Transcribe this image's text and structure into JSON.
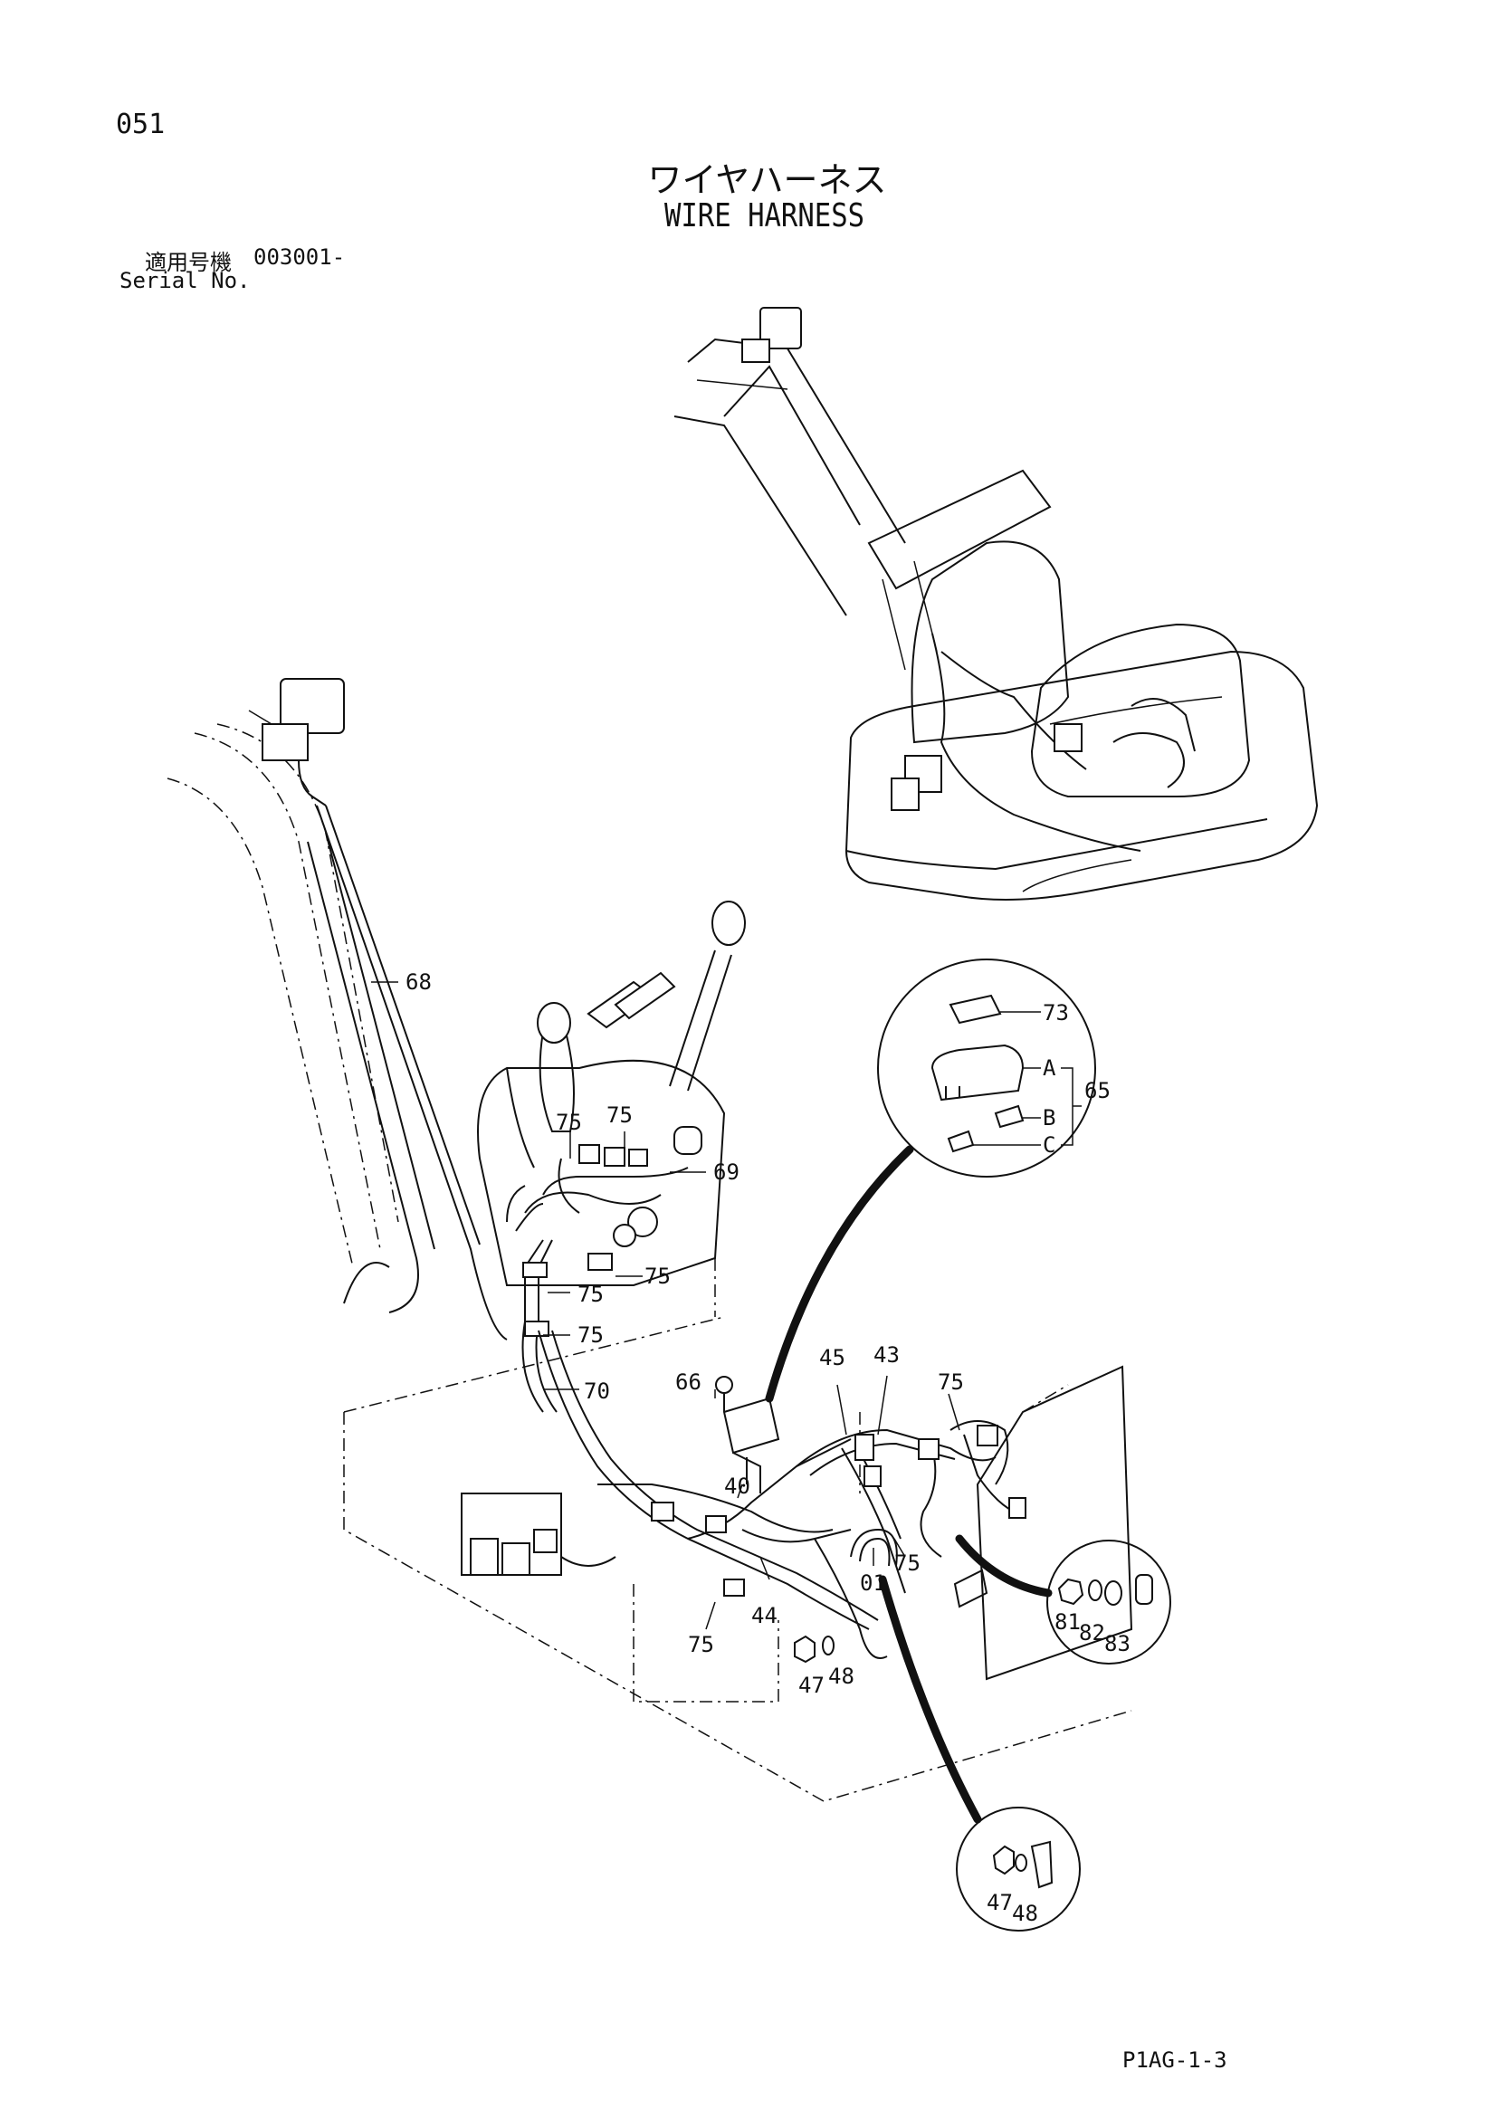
{
  "header": {
    "page_number": "051",
    "title_jp": "ワイヤハーネス",
    "title_en": "WIRE HARNESS",
    "serial_label_jp": "適用号機",
    "serial_value": "003001-",
    "serial_label_en": "Serial No."
  },
  "callouts": {
    "c68": "68",
    "c69": "69",
    "c70": "70",
    "c75a": "75",
    "c75b": "75",
    "c75c": "75",
    "c75d": "75",
    "c75e": "75",
    "c75f": "75",
    "c75g": "75",
    "c75h": "75",
    "c66": "66",
    "c40": "40",
    "c45": "45",
    "c43": "43",
    "c44": "44",
    "c01": "01",
    "c47": "47",
    "c48": "48",
    "c73": "73",
    "c65": "65",
    "cA": "A",
    "cB": "B",
    "cC": "C",
    "c81": "81",
    "c82": "82",
    "c83": "83",
    "c47b": "47",
    "c48b": "48"
  },
  "footer": {
    "code": "P1AG-1-3"
  }
}
